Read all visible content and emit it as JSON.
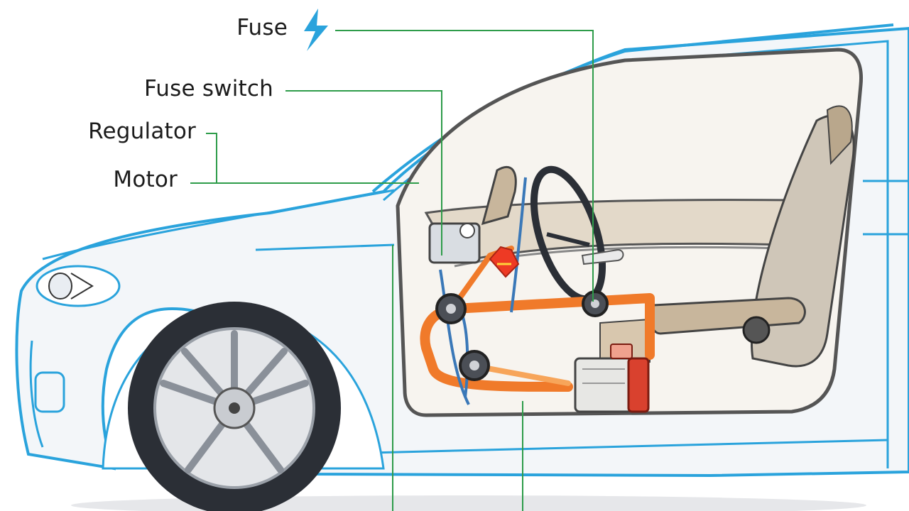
{
  "labels": {
    "fuse": "Fuse",
    "fuse_switch": "Fuse switch",
    "regulator": "Regulator",
    "motor": "Motor"
  },
  "icons": [
    "lightning-bolt-icon"
  ],
  "colors": {
    "car_outline": "#2aa3dc",
    "leader_line": "#2e9c4a",
    "wiring_harness": "#f07a2a",
    "lightning_icon": "#2aa3dc",
    "tire": "#2b2f36",
    "interior_tan": "#c8b69c"
  }
}
